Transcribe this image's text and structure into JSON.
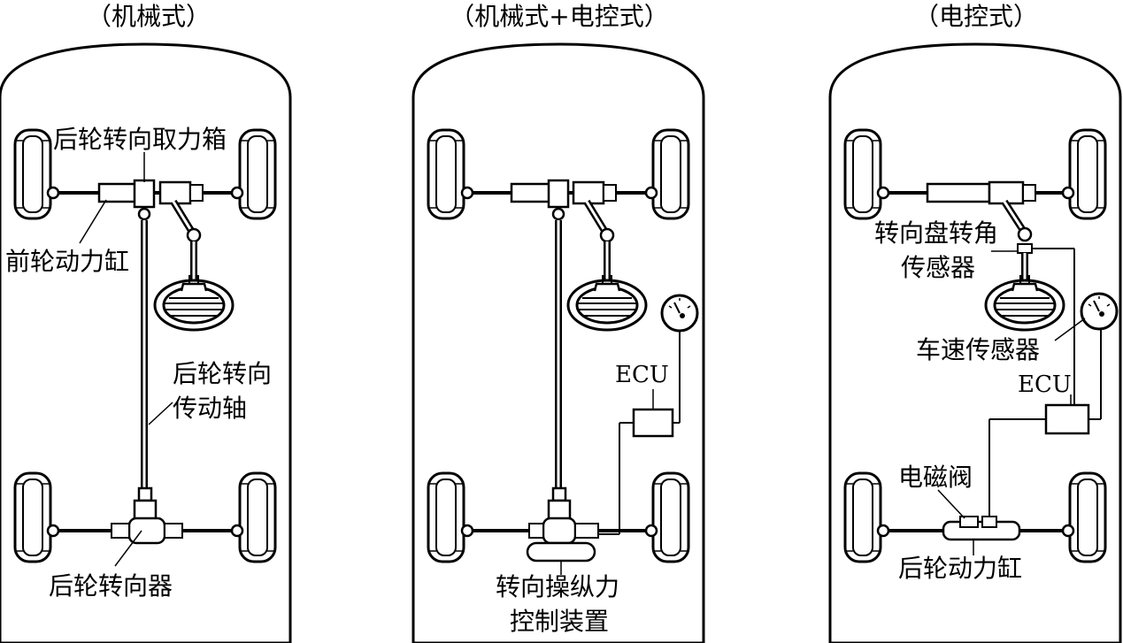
{
  "panels": [
    {
      "title": "（机械式）"
    },
    {
      "title": "（机械式+电控式）"
    },
    {
      "title": "（电控式）"
    }
  ],
  "labels": {
    "p1_pto": "后轮转向取力箱",
    "p1_front_cyl": "前轮动力缸",
    "p1_shaft_l1": "后轮转向",
    "p1_shaft_l2": "传动轴",
    "p1_rear_gear": "后轮转向器",
    "p2_ecu": "ECU",
    "p2_ctrl_l1": "转向操纵力",
    "p2_ctrl_l2": "控制装置",
    "p3_angle_l1": "转向盘转角",
    "p3_angle_l2": "传感器",
    "p3_speed": "车速传感器",
    "p3_ecu": "ECU",
    "p3_valve": "电磁阀",
    "p3_rear_cyl": "后轮动力缸"
  }
}
